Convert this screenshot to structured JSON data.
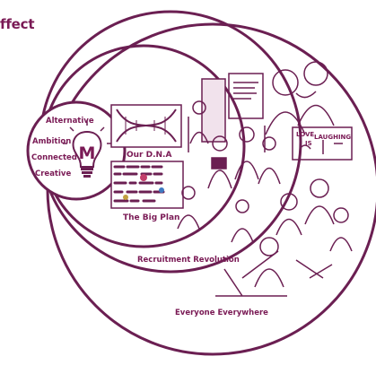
{
  "heading": "ffect",
  "diagram": {
    "values": [
      "Alternative",
      "Ambition",
      "Connected",
      "Creative"
    ],
    "icon_letter": "M",
    "inner_labels": [
      "Our D.N.A",
      "The Big Plan"
    ],
    "ring_labels": [
      "Recruitment Revolution",
      "Everyone Everywhere"
    ],
    "poster_text": [
      "LOVE",
      "IS",
      "LAUGHING"
    ],
    "colors": {
      "accent": "#7a1a55",
      "ink": "#6b1f52"
    }
  }
}
